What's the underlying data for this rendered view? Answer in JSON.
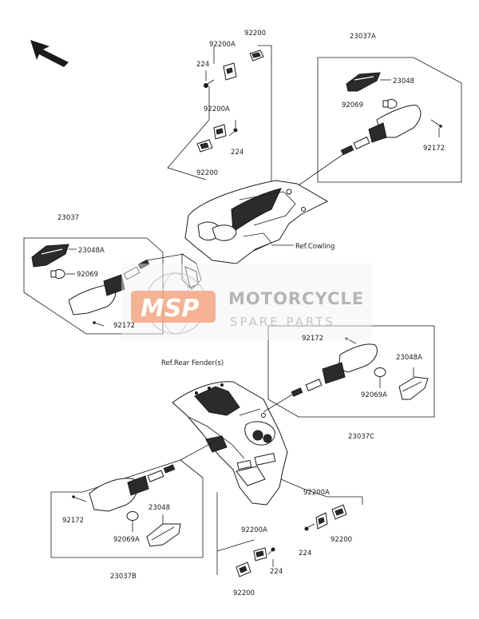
{
  "labels": {
    "top_92200": "92200",
    "top_92200A": "92200A",
    "top_224": "224",
    "mid_92200A": "92200A",
    "mid_224": "224",
    "mid_92200": "92200",
    "tr_23037A": "23037A",
    "tr_23048": "23048",
    "tr_92069": "92069",
    "tr_92172": "92172",
    "l_23037": "23037",
    "l_23048A": "23048A",
    "l_92069": "92069",
    "l_92172": "92172",
    "ref_cowling": "Ref.Cowling",
    "ref_rear_fender": "Ref.Rear Fender(s)",
    "r_92172": "92172",
    "r_23048A": "23048A",
    "r_92069A": "92069A",
    "r_23037C": "23037C",
    "bl_92172": "92172",
    "bl_23048": "23048",
    "bl_92069A": "92069A",
    "bl_23037B": "23037B",
    "br_92200A": "92200A",
    "br_224": "224",
    "br_92200": "92200",
    "bm_92200A": "92200A",
    "bm_224": "224",
    "bm_92200": "92200"
  },
  "watermark": {
    "logo": "MSP",
    "line1": "MOTORCYCLE",
    "line2": "SPARE PARTS",
    "logo_color": "#f4a582"
  }
}
